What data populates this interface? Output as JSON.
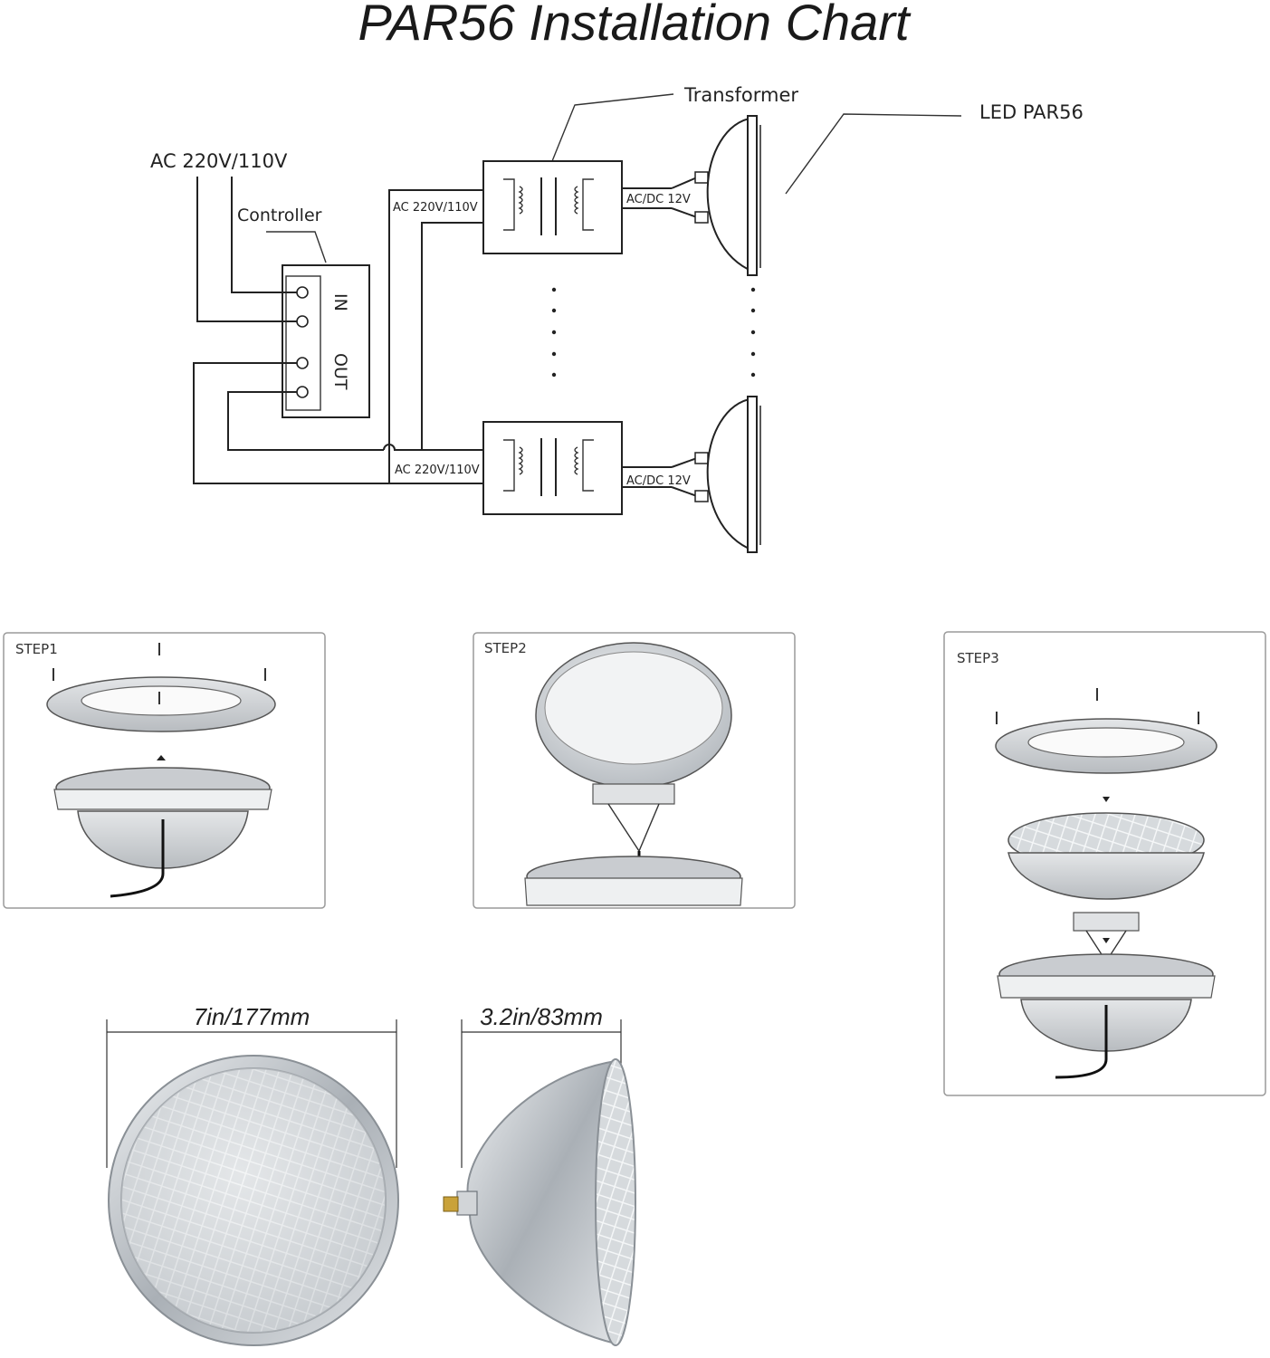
{
  "title": "PAR56 Installation Chart",
  "wiring": {
    "power_label": "AC 220V/110V",
    "controller_label": "Controller",
    "controller_in": "IN",
    "controller_out": "OUT",
    "transformer_label": "Transformer",
    "lamp_label": "LED PAR56",
    "transformer_input": "AC 220V/110V",
    "transformer_output": "AC/DC 12V"
  },
  "steps": [
    {
      "label": "STEP1"
    },
    {
      "label": "STEP2"
    },
    {
      "label": "STEP3"
    }
  ],
  "dimensions": {
    "diameter": "7in/177mm",
    "depth": "3.2in/83mm"
  },
  "colors": {
    "line": "#222222",
    "panel_border": "#9a9a9a",
    "lamp_silver": "#c8cdd2",
    "brass": "#c9a23a"
  }
}
